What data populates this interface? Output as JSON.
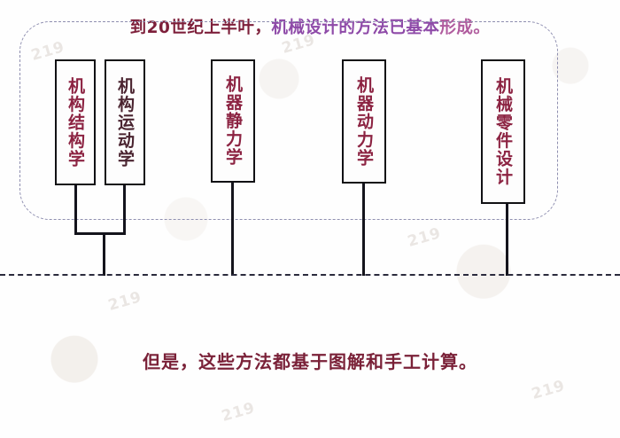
{
  "headline": {
    "full": "到20世纪上半叶，机械设计的方法已基本形成。",
    "part1": "到20世纪上半叶，",
    "part2": "机械设计的方法已基本",
    "part3": "形成。",
    "color": "#8e4aa8"
  },
  "caption": {
    "text": "但是，这些方法都基于图解和手工计算。",
    "color": "#7a2138"
  },
  "group": {
    "name": "mechanical-design-methods-group",
    "border_color": "#8f8fb0",
    "border_style": "dashed"
  },
  "boxes": [
    {
      "id": "box-1",
      "label": "机构结构学",
      "color": "#8c2342"
    },
    {
      "id": "box-2",
      "label": "机构运动学",
      "color": "#4a2430"
    },
    {
      "id": "box-3",
      "label": "机器静力学",
      "color": "#8c2342"
    },
    {
      "id": "box-4",
      "label": "机器动力学",
      "color": "#8c2342"
    },
    {
      "id": "box-5",
      "label": "机械零件设计",
      "color": "#8c2342"
    }
  ],
  "divider": {
    "style": "dashed",
    "color": "#2b2b3d"
  },
  "watermarks": [
    "219",
    "219",
    "219",
    "219",
    "219",
    "219"
  ]
}
